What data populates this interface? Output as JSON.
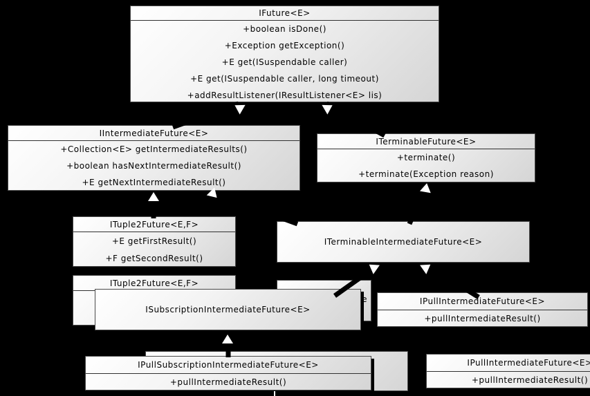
{
  "diagram": {
    "background_color": "#000000",
    "box_fill_top": "#ffffff",
    "box_fill_bottom": "#d5d5d5",
    "box_border_color": "#4a4a4a",
    "connector_color": "#000000",
    "arrowhead_color": "#ffffff",
    "text_color": "#000000",
    "classes": [
      {
        "title": "IFuture<E>",
        "methods": [
          "+boolean isDone()",
          "+Exception getException()",
          "+E get(ISuspendable caller)",
          "+E get(ISuspendable caller, long timeout)",
          "+addResultListener(IResultListener<E> lis)"
        ]
      },
      {
        "title": "IIntermediateFuture<E>",
        "methods": [
          "+Collection<E> getIntermediateResults()",
          "+boolean hasNextIntermediateResult()",
          "+E getNextIntermediateResult()"
        ]
      },
      {
        "title": "ITerminableFuture<E>",
        "methods": [
          "+terminate()",
          "+terminate(Exception reason)"
        ]
      },
      {
        "title": "ITuple2Future<E,F>",
        "methods": [
          "+E getFirstResult()",
          "+F getSecondResult()"
        ]
      },
      {
        "title": "ITerminableIntermediateFuture<E>",
        "methods": []
      },
      {
        "title": "ITuple2Future<E,F>",
        "methods": []
      },
      {
        "title": "ISubscriptionIntermediateFuture<E>",
        "methods": []
      },
      {
        "title": "IPullIntermediateFuture<E>",
        "methods": [
          "+pullIntermediateResult()"
        ]
      },
      {
        "title": "IPullSubscriptionIntermediateFuture<E>",
        "methods": [
          "+pullIntermediateResult()"
        ]
      },
      {
        "title": "IPullIntermediateFuture<E>",
        "methods": [
          "+pullIntermediateResult()"
        ]
      }
    ],
    "fragments": {
      "hidden_box_partial_label": "le"
    }
  }
}
